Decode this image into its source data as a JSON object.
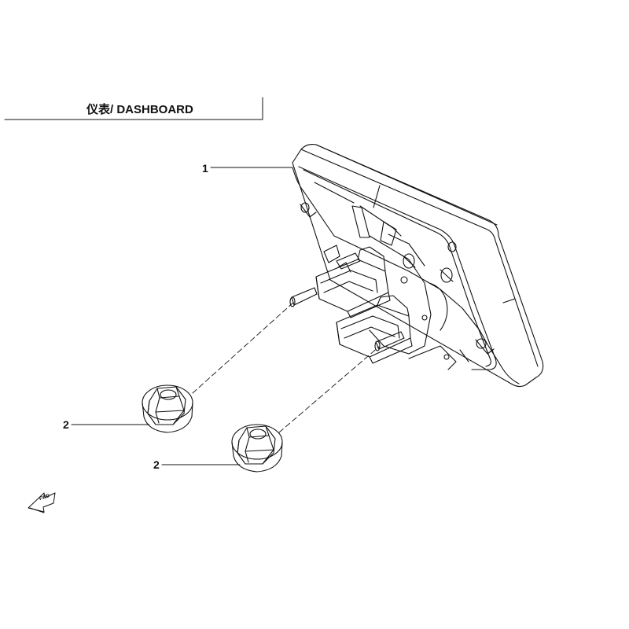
{
  "header": {
    "title": "仪表/ DASHBOARD"
  },
  "callouts": [
    {
      "number": "1",
      "part": "dashboard"
    },
    {
      "number": "2",
      "part": "flange-nut"
    },
    {
      "number": "2",
      "part": "flange-nut"
    }
  ],
  "direction_marker": {
    "icon": "fwd-arrow-icon",
    "text": "FWD"
  },
  "colors": {
    "line": "#111111",
    "background": "#ffffff"
  }
}
